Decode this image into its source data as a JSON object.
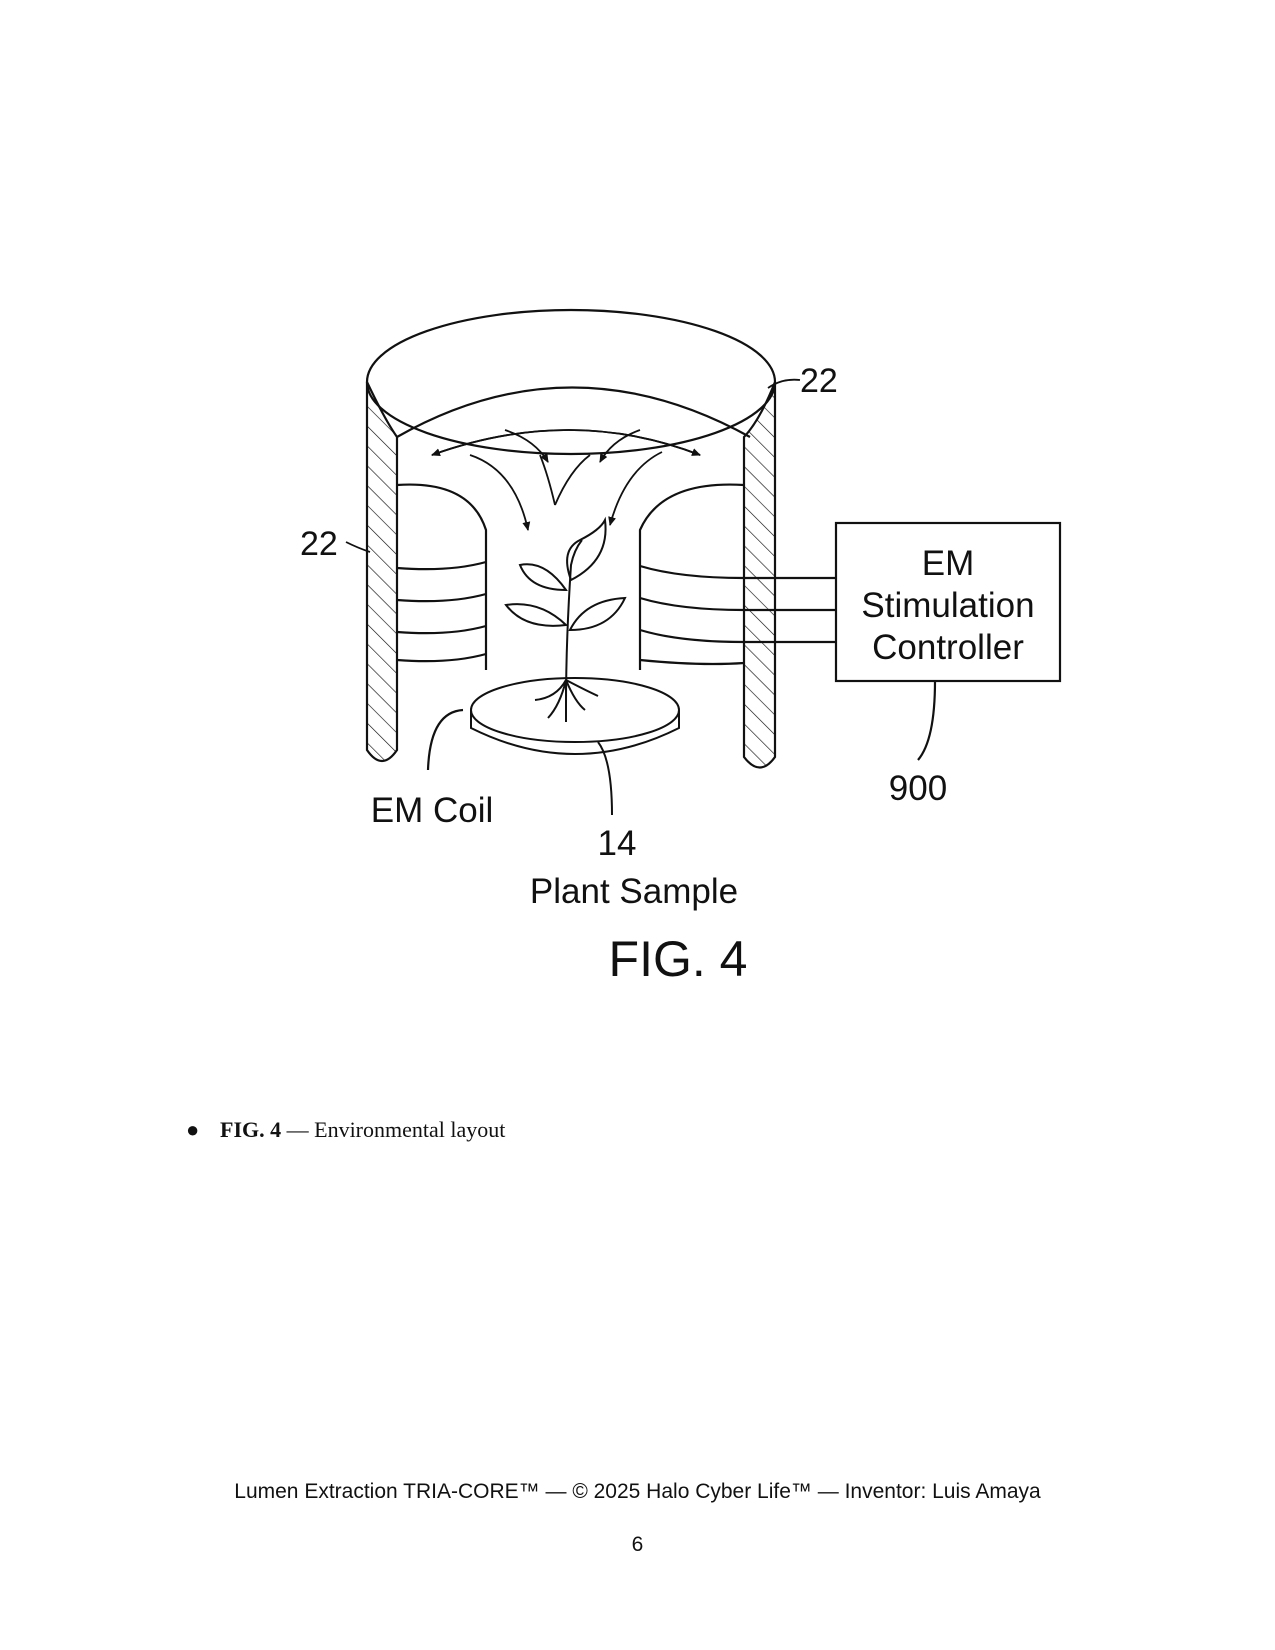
{
  "figure": {
    "ref_top_wall": "22",
    "ref_left_wall": "22",
    "ref_controller": "900",
    "ref_sample": "14",
    "coil_label": "EM Coil",
    "sample_label": "Plant Sample",
    "controller_label_lines": [
      "EM",
      "Stimulation",
      "Controller"
    ],
    "figure_title": "FIG. 4"
  },
  "caption": {
    "bullet": "●",
    "fig_ref": "FIG. 4",
    "text": "— Environmental layout"
  },
  "footer": {
    "text": "Lumen Extraction TRIA-CORE™ — © 2025 Halo Cyber Life™ — Inventor: Luis Amaya",
    "page_number": "6"
  }
}
